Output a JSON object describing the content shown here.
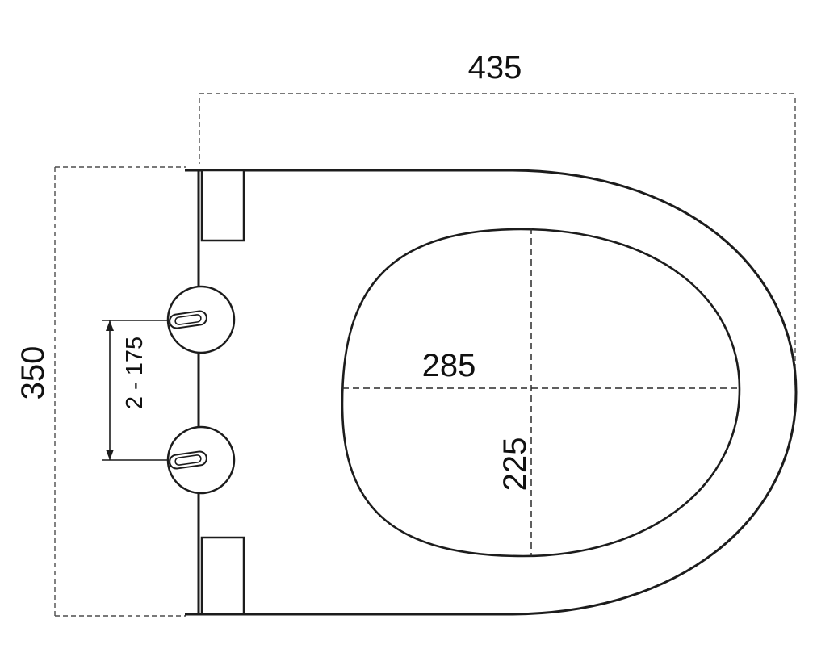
{
  "drawing": {
    "type": "technical-drawing",
    "background": "#ffffff",
    "stroke_color": "#1c1c1c",
    "dim_line_color": "#4d4d4d",
    "labels": {
      "overall_width": "435",
      "overall_depth": "350",
      "opening_width": "285",
      "opening_depth": "225",
      "hinge_range": "2 - 175"
    }
  }
}
